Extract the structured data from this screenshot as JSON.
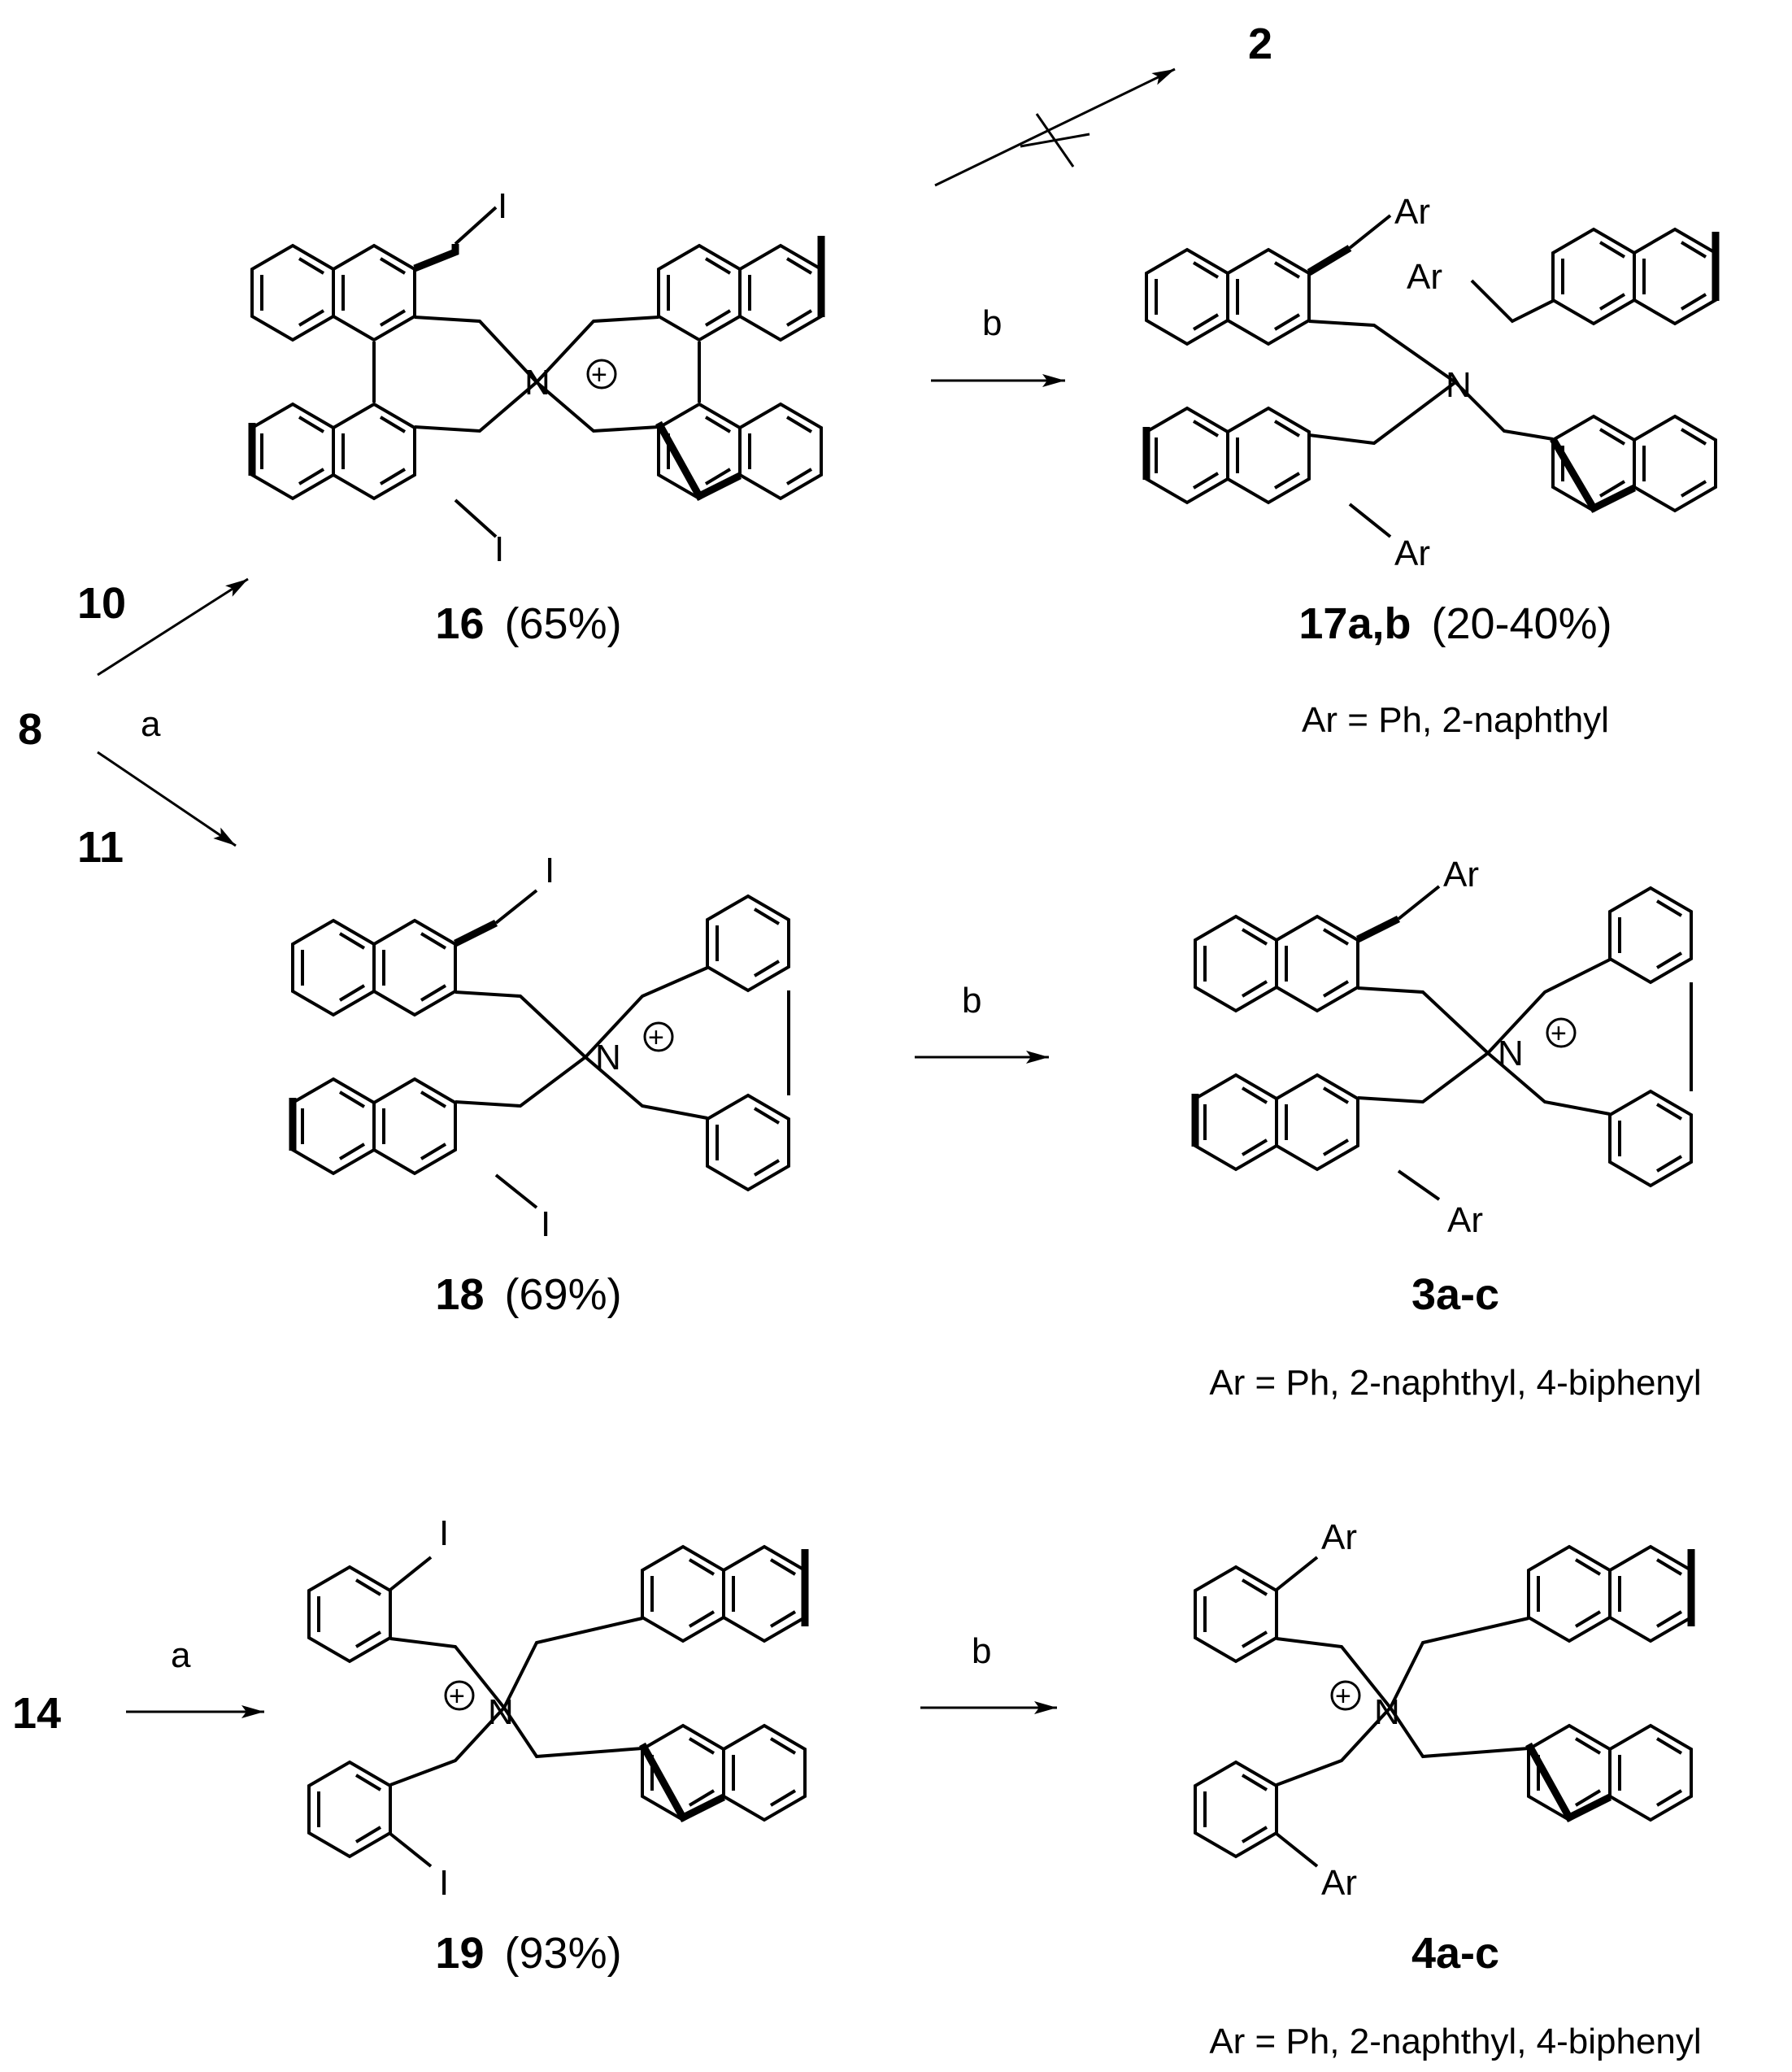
{
  "reagents": {
    "start": "8",
    "upper_reactant": "10",
    "lower_reactant": "11",
    "third_start": "14",
    "blocked_product": "2"
  },
  "conditions": {
    "a": "a",
    "b": "b"
  },
  "atoms": {
    "iodine": "I",
    "nitrogen": "N",
    "aryl": "Ar",
    "plus": "+"
  },
  "compounds": [
    {
      "id": "16",
      "yield": "(65%)"
    },
    {
      "id": "17a,b",
      "yield": "(20-40%)",
      "note": "Ar = Ph, 2-naphthyl"
    },
    {
      "id": "18",
      "yield": "(69%)"
    },
    {
      "id": "3a-c",
      "yield": "",
      "note": "Ar = Ph, 2-naphthyl, 4-biphenyl"
    },
    {
      "id": "19",
      "yield": "(93%)"
    },
    {
      "id": "4a-c",
      "yield": "",
      "note": "Ar = Ph, 2-naphthyl, 4-biphenyl"
    }
  ]
}
